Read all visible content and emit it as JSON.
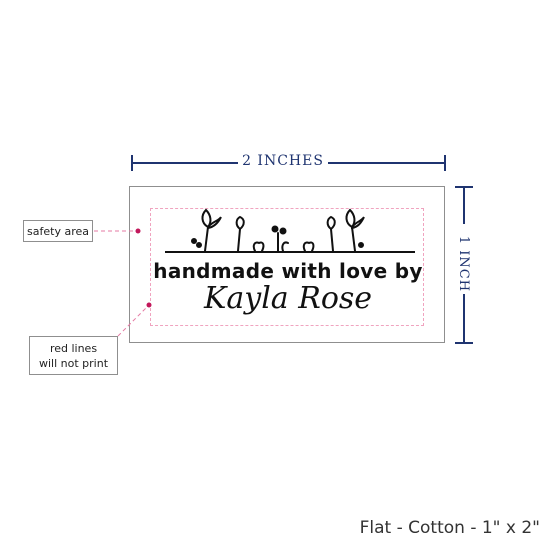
{
  "dimensions": {
    "width_label": "2 INCHES",
    "height_label": "1 INCH"
  },
  "label": {
    "line1": "handmade with love by",
    "line2": "Kayla Rose"
  },
  "callouts": {
    "safety": "safety area",
    "red_lines_1": "red lines",
    "red_lines_2": "will not print"
  },
  "caption": "Flat - Cotton - 1\" x 2\"",
  "colors": {
    "dimension": "#1f3470",
    "safety_line": "#f0a3bf",
    "leader_dot": "#c2185b"
  }
}
